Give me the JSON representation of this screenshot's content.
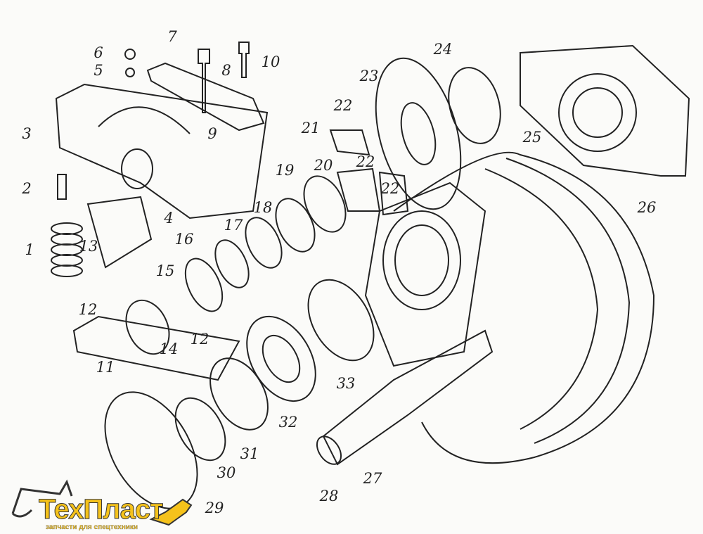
{
  "labels": [
    "1",
    "2",
    "3",
    "4",
    "5",
    "6",
    "7",
    "8",
    "9",
    "10",
    "11",
    "12",
    "12",
    "13",
    "14",
    "15",
    "16",
    "17",
    "18",
    "19",
    "20",
    "21",
    "22",
    "22",
    "22",
    "23",
    "24",
    "25",
    "26",
    "27",
    "28",
    "29",
    "30",
    "31",
    "32",
    "33"
  ],
  "logo": {
    "title": "ТехПласт",
    "subtitle": "запчасти для спецтехники"
  }
}
